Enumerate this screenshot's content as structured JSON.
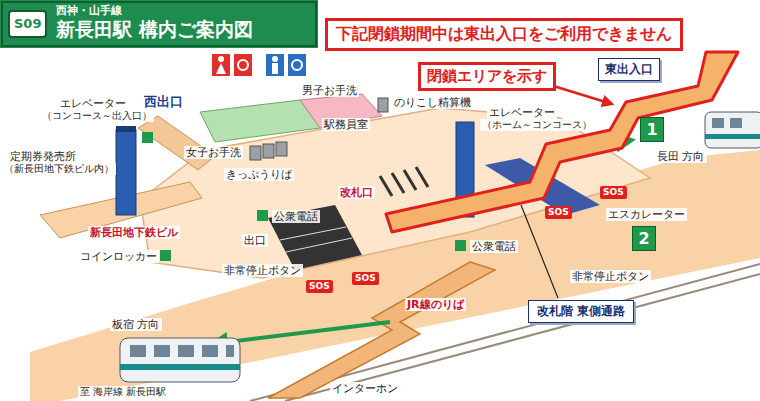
{
  "diagram": {
    "title": "新長田駅 構内ご案内図",
    "nodes": [
      {
        "text": [
          "下記閉鎖期間中は東出入口をご利用できません"
        ]
      },
      {
        "text": [
          "東出入口"
        ]
      },
      {
        "text": [
          "閉鎖エリアを示す"
        ]
      },
      {
        "text": [
          "改札階 東側通路"
        ]
      }
    ],
    "labels": [
      "S09",
      "西神・山手線",
      "エレベーター",
      "（コンコース～出入口）",
      "西出口",
      "男子お手洗",
      "女子お手洗",
      "駅務員室",
      "のりこし精算機",
      "エレベーター",
      "（ホーム～コンコース）",
      "定期券発売所",
      "（新長田地下鉄ビル内）",
      "きっぷうりば",
      "改札口",
      "1",
      "長田 方向",
      "公衆電話",
      "新長田地下鉄ビル",
      "コインロッカー",
      "出口",
      "SOS",
      "SOS",
      "非常停止ボタン",
      "SOS",
      "SOS",
      "エスカレーター",
      "公衆電話",
      "2",
      "非常停止ボタン",
      "JR線のりば",
      "板宿 方向",
      "インターホン",
      "至 海岸線 新長田駅"
    ]
  }
}
